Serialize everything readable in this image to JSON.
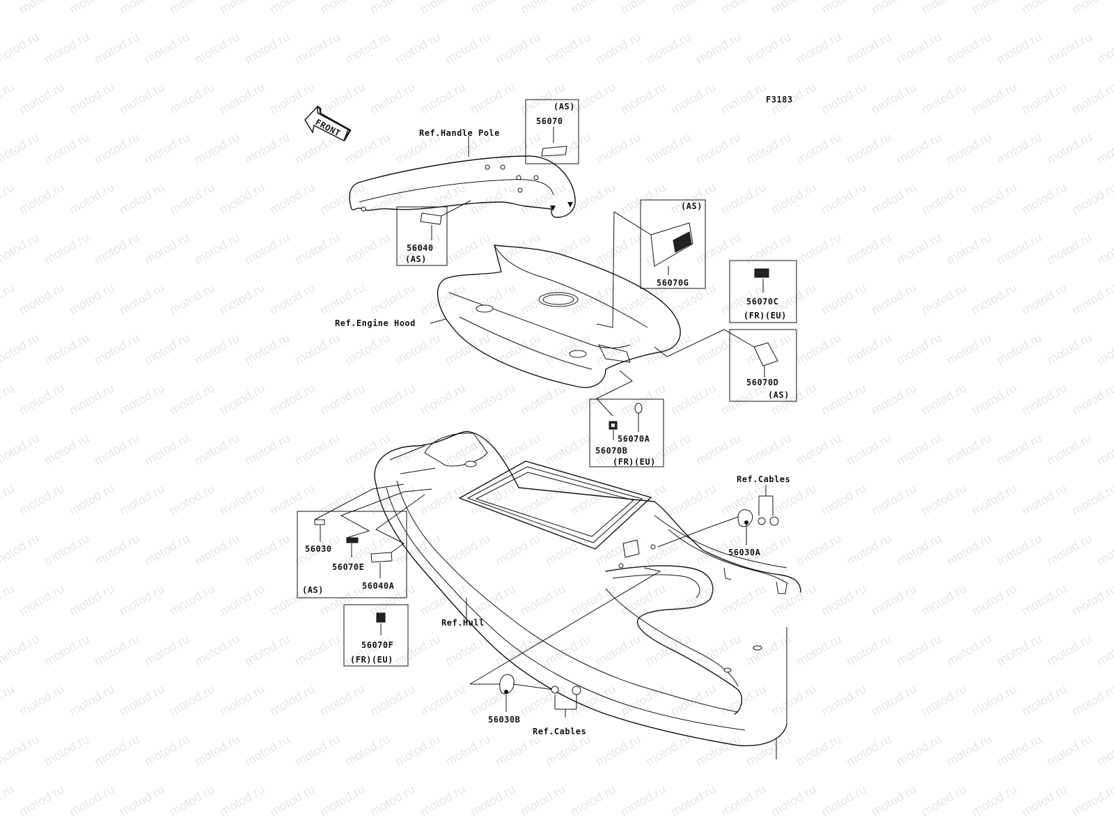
{
  "watermark": "motod.ru",
  "figure_code": "F3183",
  "front_label": "FRONT",
  "refs": {
    "handle_pole": "Ref.Handle Pole",
    "engine_hood": "Ref.Engine Hood",
    "hull": "Ref.Hull",
    "cables_top": "Ref.Cables",
    "cables_bottom": "Ref.Cables"
  },
  "callouts": {
    "p56070": {
      "part": "56070",
      "note": "(AS)"
    },
    "p56040": {
      "part": "56040",
      "note": "(AS)"
    },
    "p56070G": {
      "part": "56070G",
      "note": "(AS)"
    },
    "p56070C": {
      "part": "56070C",
      "note": "(FR)(EU)"
    },
    "p56070D": {
      "part": "56070D",
      "note": "(AS)"
    },
    "p56070A": {
      "part": "56070A"
    },
    "p56070B": {
      "part": "56070B",
      "note": "(FR)(EU)"
    },
    "p56030A": {
      "part": "56030A"
    },
    "p56030": {
      "part": "56030"
    },
    "p56070E": {
      "part": "56070E"
    },
    "p56040A": {
      "part": "56040A",
      "note": "(AS)"
    },
    "p56070F": {
      "part": "56070F",
      "note": "(FR)(EU)"
    },
    "p56030B": {
      "part": "56030B"
    }
  }
}
